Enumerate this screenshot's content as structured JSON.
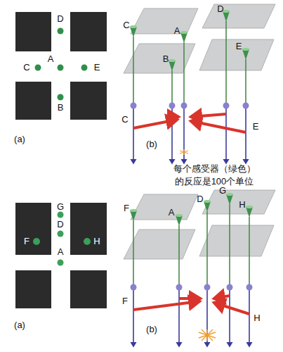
{
  "diagram": {
    "labels": [
      "D",
      "C",
      "A",
      "E",
      "B",
      "(a)",
      "C",
      "D",
      "A",
      "E",
      "B",
      "C",
      "E",
      "(b)",
      "每个感受器（绿色）的反应是100个单位",
      "G",
      "D",
      "F",
      "H",
      "A",
      "(a)",
      "F",
      "G",
      "D",
      "A",
      "H",
      "F",
      "H",
      "(b)"
    ]
  }
}
